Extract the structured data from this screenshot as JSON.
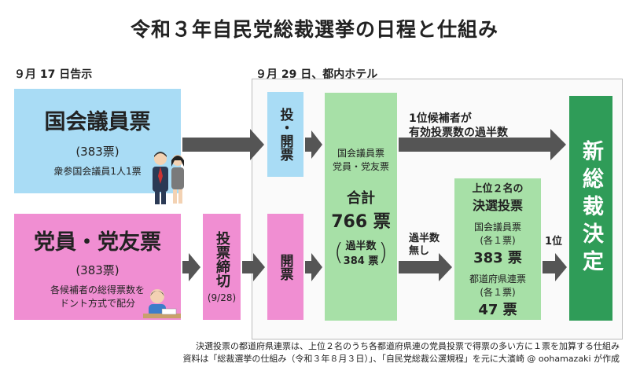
{
  "title": "令和３年自民党総裁選挙の日程と仕組み",
  "date_left": "９月 17 日告示",
  "date_right": "９月 29 日、都内ホテル",
  "diet_votes": {
    "title": "国会議員票",
    "count": "(383票)",
    "desc": "衆参国会議員1人1票"
  },
  "member_votes": {
    "title": "党員・党友票",
    "count": "(383票)",
    "desc_1": "各候補者の総得票数を",
    "desc_2": "ドント方式で配分"
  },
  "deadline": {
    "label": "投票締切",
    "date": "(9/28)"
  },
  "vote_count_box": "投・開票",
  "count_box": "開票",
  "total": {
    "line1": "国会議員票",
    "line2": "党員・党友票",
    "sum_label": "合計",
    "sum_value": "766 票",
    "majority_1": "過半数",
    "majority_2": "384 票"
  },
  "majority_text_1": "1位候補者が",
  "majority_text_2": "有効投票数の過半数",
  "no_majority_1": "過半数",
  "no_majority_2": "無し",
  "runoff": {
    "title_1": "上位２名の",
    "title_2": "決選投票",
    "diet_label": "国会議員票",
    "diet_sub": "(各１票)",
    "diet_value": "383 票",
    "pref_label": "都道府県連票",
    "pref_sub": "(各１票)",
    "pref_value": "47 票"
  },
  "first_place": "1位",
  "decision": "新総裁決定",
  "note_1": "決選投票の都道府県連票は、上位２名のうち各都道府県連の党員投票で得票の多い方に１票を加算する仕組み",
  "note_2": "資料は「総裁選挙の仕組み（令和３年８月３日）」、「自民党総裁公選規程」を元に大濱崎 @ oohamazaki が作成",
  "colors": {
    "blue": "#a9dcf5",
    "pink": "#f08ed2",
    "green": "#a7e0a7",
    "dark_green": "#2f9c58",
    "arrow": "#555555"
  }
}
